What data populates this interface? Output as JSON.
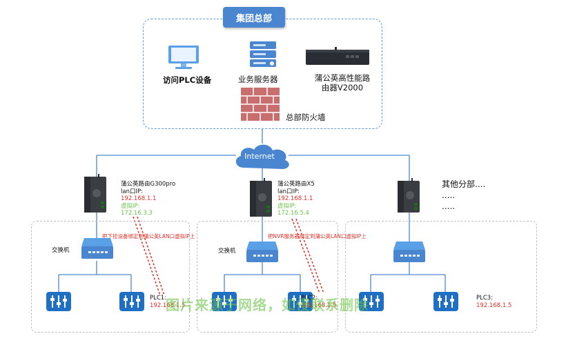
{
  "hq": {
    "title": "集团总部",
    "plc_access": "访问PLC设备",
    "app_server": "业务服务器",
    "router_name": "蒲公英高性能路由器V2000",
    "firewall": "总部防火墙"
  },
  "internet": "Internet",
  "branch1": {
    "router_title": "蒲公英路由G300pro",
    "lan_label": "lan口IP:",
    "lan_ip": "192.168.1.1",
    "virtual_label": "虚拟IP:",
    "virtual_ip": "172.16.3.3",
    "note": "把下挂设备绑定到蒲公英LAN口虚拟IP上",
    "switch": "交换机",
    "plc_label": "PLC1:",
    "plc_ip": "192.168.1.5"
  },
  "branch2": {
    "router_title": "蒲公英路由X5",
    "lan_label": "lan口IP:",
    "lan_ip": "192.168.1.1",
    "virtual_label": "虚拟IP:",
    "virtual_ip": "172.16.5.4",
    "note": "把NVR服务器绑定到蒲公英LAN口虚拟IP上",
    "switch": "交换机",
    "plc_label": "PLC2:",
    "plc_ip": "192.168.1.5"
  },
  "branch3": {
    "other_title": "其他分部....",
    "dots1": ".....",
    "dots2": ".....",
    "plc_label": "PLC3:",
    "plc_ip": "192.168.1.5"
  },
  "watermark": "图片来源于网络，如侵联系删除",
  "colors": {
    "accent": "#4a86d0",
    "red": "#e0302a",
    "green": "#6cc24a",
    "line": "#4a86d0"
  }
}
